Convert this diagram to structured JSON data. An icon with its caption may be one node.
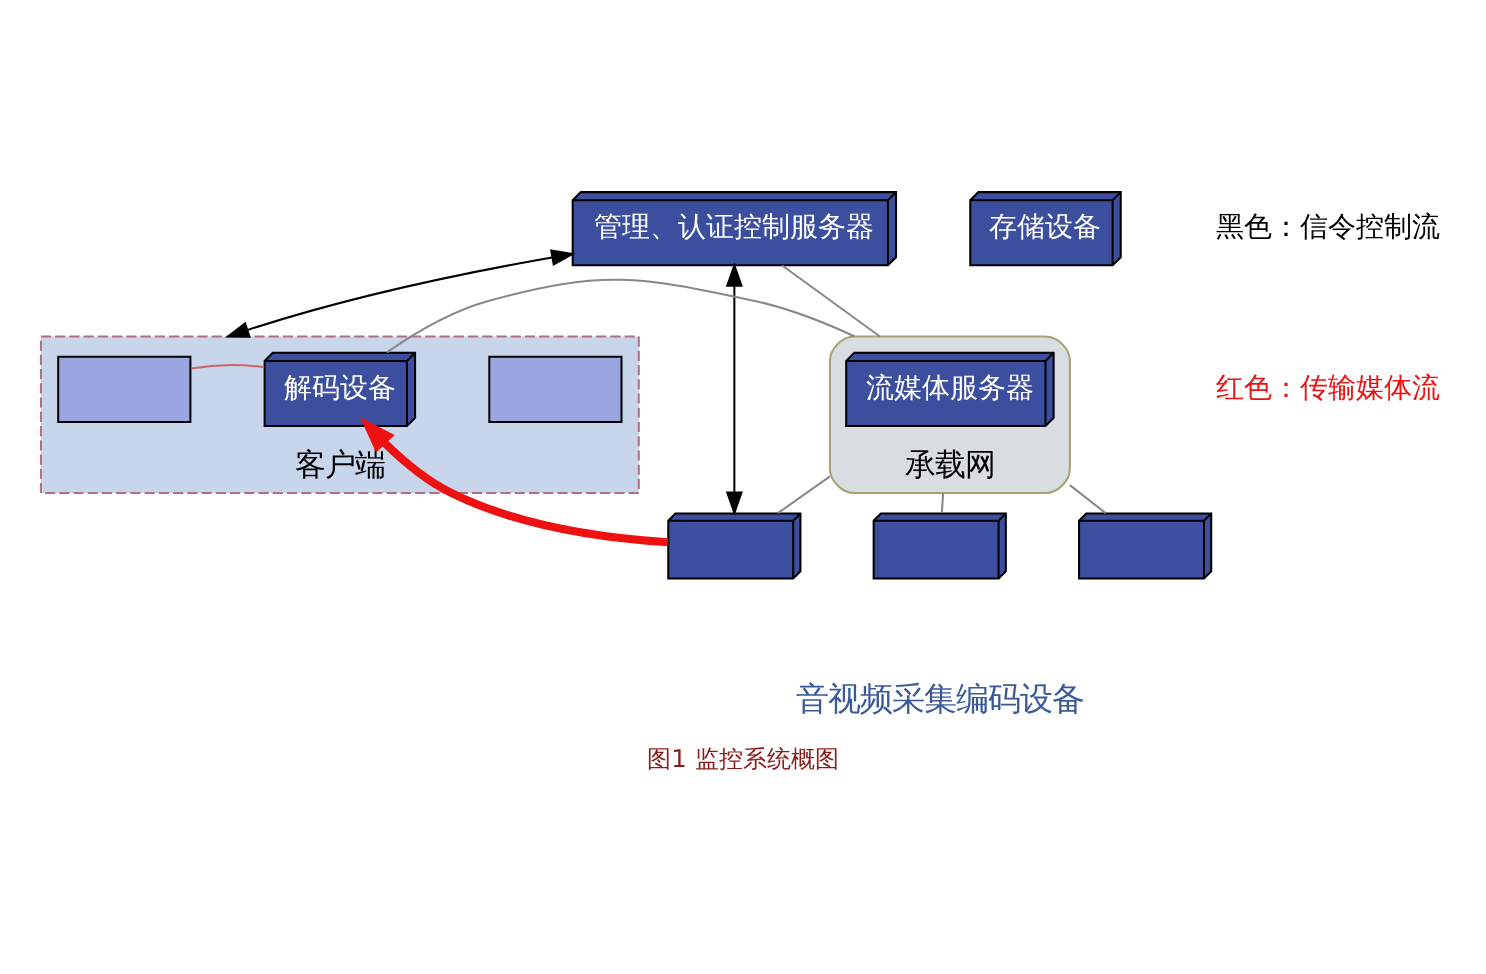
{
  "diagram": {
    "caption": "图1 监控系统概图",
    "nodes": [
      {
        "text": [
          "管理、认证控制服务器"
        ]
      },
      {
        "text": [
          "存储设备"
        ]
      },
      {
        "text": [
          "承载网"
        ]
      },
      {
        "text": [
          "流媒体服务器"
        ],
        "in": 2
      },
      {
        "text": [
          "客户端"
        ]
      },
      {
        "text": [],
        "shape": "box",
        "in": 4
      },
      {
        "text": [
          "解码设备"
        ],
        "in": 4
      },
      {
        "text": [],
        "shape": "box",
        "in": 4
      },
      {
        "text": [],
        "shape": "box"
      },
      {
        "text": [],
        "shape": "box"
      },
      {
        "text": [],
        "shape": "box"
      }
    ],
    "edges": [
      {
        "from": 0,
        "to": 4,
        "arrow": "both",
        "color": "#000000"
      },
      {
        "from": 0,
        "to": 8,
        "arrow": "both",
        "color": "#000000"
      },
      {
        "from": 8,
        "to": 6,
        "arrow": "to",
        "style": "thick",
        "color": "#ee1111"
      },
      {
        "from": 0,
        "to": 2,
        "arrow": "none",
        "color": "#888888"
      },
      {
        "from": 2,
        "to": 8,
        "arrow": "none",
        "color": "#888888"
      },
      {
        "from": 2,
        "to": 9,
        "arrow": "none",
        "color": "#888888"
      },
      {
        "from": 2,
        "to": 10,
        "arrow": "none",
        "color": "#888888"
      },
      {
        "from": 6,
        "to": 2,
        "arrow": "none",
        "color": "#888888"
      },
      {
        "from": 5,
        "to": 6,
        "arrow": "none",
        "color": "#cc6666"
      }
    ],
    "labels": [
      "音视频采集编码设备"
    ],
    "legend": [
      {
        "text": "黑色：信令控制流",
        "color": "#000000"
      },
      {
        "text": "红色：传输媒体流",
        "color": "#ee1111"
      }
    ]
  }
}
